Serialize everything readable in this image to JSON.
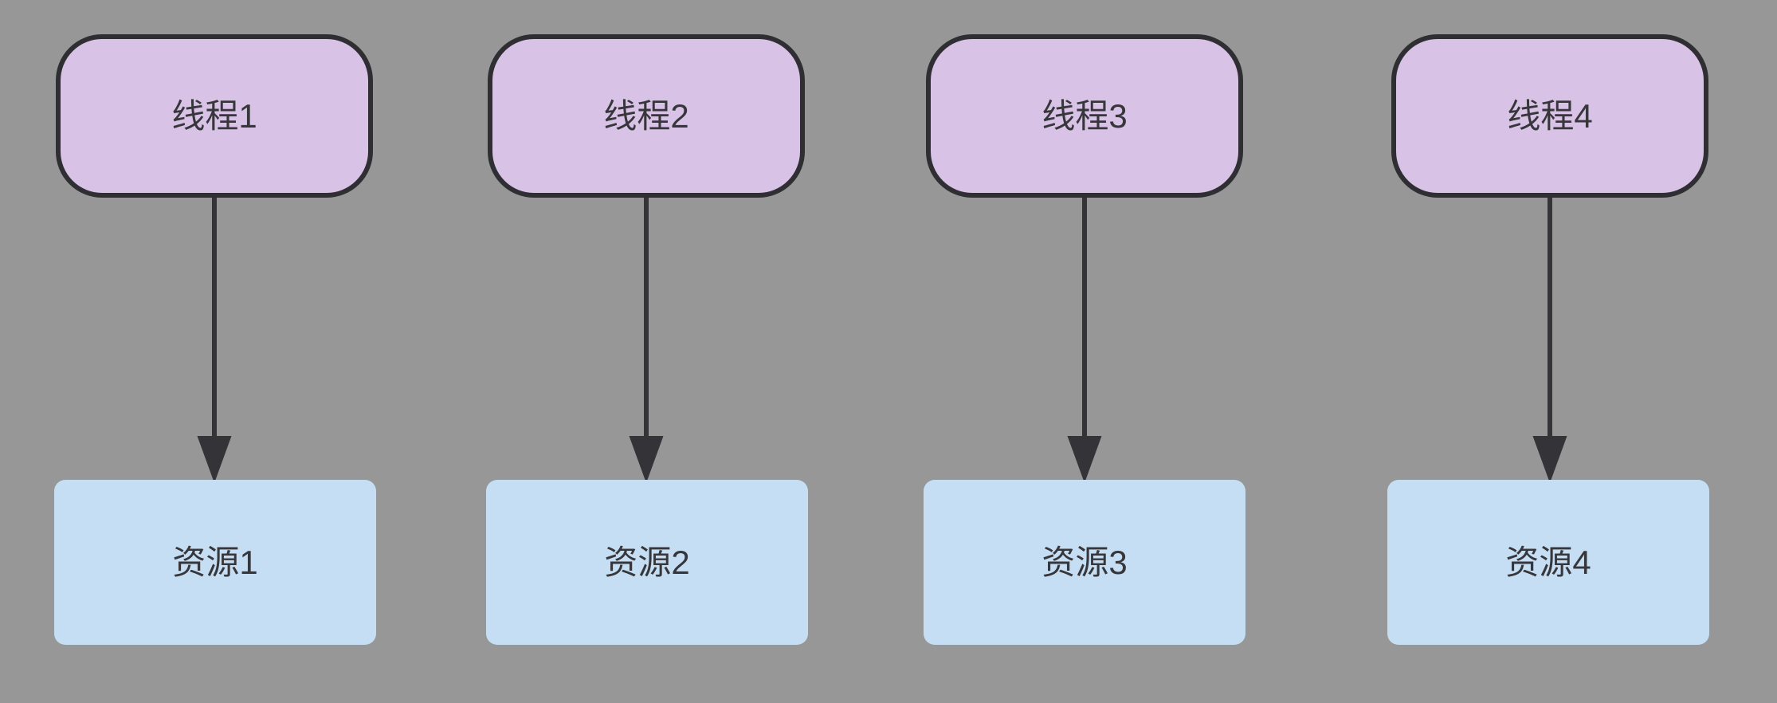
{
  "diagram": {
    "type": "flowchart",
    "background_color": "#979797",
    "thread_fill_color": "#d8c3e6",
    "thread_border_color": "#2f2f33",
    "resource_fill_color": "#c5def3",
    "arrow_color": "#333338",
    "text_color": "#36363b",
    "threads": [
      {
        "label": "线程1"
      },
      {
        "label": "线程2"
      },
      {
        "label": "线程3"
      },
      {
        "label": "线程4"
      }
    ],
    "resources": [
      {
        "label": "资源1"
      },
      {
        "label": "资源2"
      },
      {
        "label": "资源3"
      },
      {
        "label": "资源4"
      }
    ],
    "edges": [
      {
        "from": "线程1",
        "to": "资源1"
      },
      {
        "from": "线程2",
        "to": "资源2"
      },
      {
        "from": "线程3",
        "to": "资源3"
      },
      {
        "from": "线程4",
        "to": "资源4"
      }
    ]
  }
}
